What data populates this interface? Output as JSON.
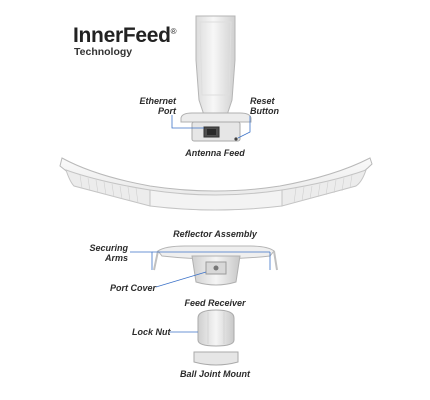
{
  "logo": {
    "brand": "InnerFeed",
    "mark": "®",
    "subtitle": "Technology"
  },
  "labels": {
    "ethernet_port": [
      "Ethernet",
      "Port"
    ],
    "reset_button": [
      "Reset",
      "Button"
    ],
    "antenna_feed": "Antenna Feed",
    "reflector_assembly": "Reflector Assembly",
    "securing_arms": [
      "Securing",
      "Arms"
    ],
    "port_cover": "Port Cover",
    "feed_receiver": "Feed Receiver",
    "lock_nut": "Lock Nut",
    "ball_joint_mount": "Ball Joint Mount"
  },
  "colors": {
    "line": "#3d73c8",
    "part_fill": "#f1f1f1",
    "part_stroke": "#b9b9b9",
    "text": "#2b2b2b"
  }
}
